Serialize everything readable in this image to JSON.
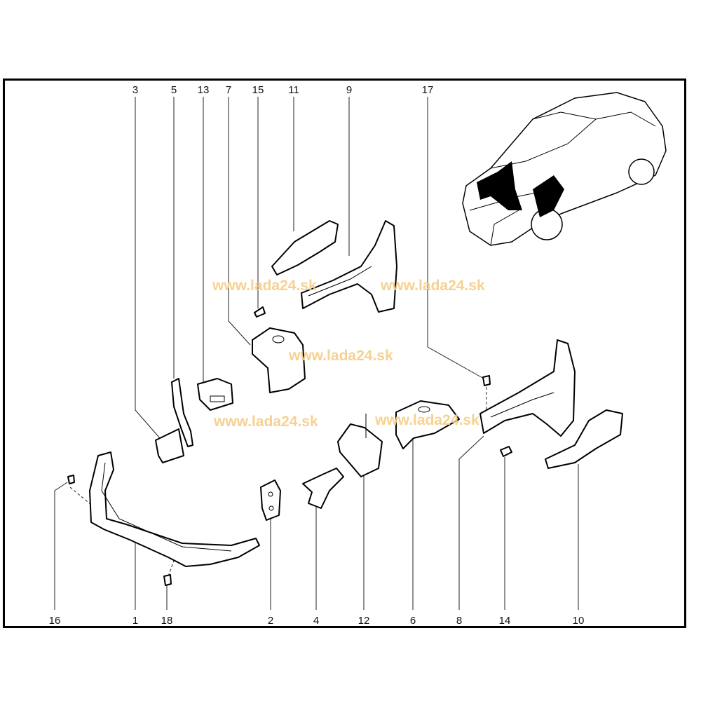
{
  "diagram": {
    "title": "Front body structure parts",
    "watermark": "www.lada24.sk",
    "top_callouts": [
      "3",
      "5",
      "13",
      "7",
      "15",
      "11",
      "9",
      "17"
    ],
    "bottom_callouts": [
      "16",
      "1",
      "18",
      "2",
      "4",
      "12",
      "6",
      "8",
      "14",
      "10"
    ],
    "colors": {
      "line": "#000000",
      "watermark": "#f6cc86",
      "background": "#ffffff"
    }
  }
}
